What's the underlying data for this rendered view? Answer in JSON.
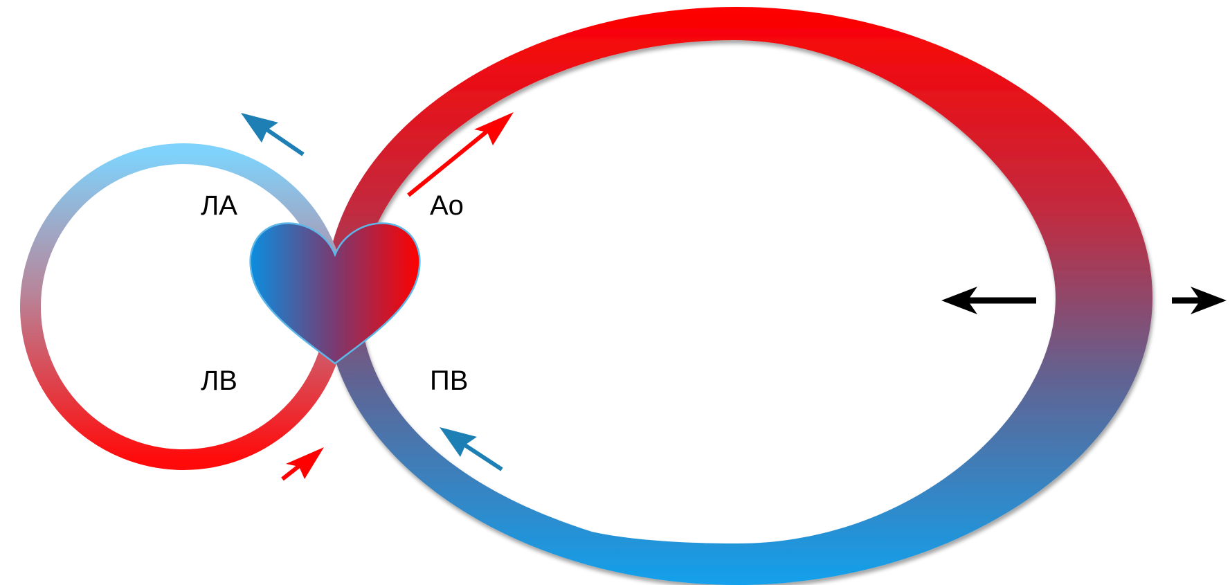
{
  "labels": {
    "left_atrium": "ЛА",
    "left_ventricle": "ЛВ",
    "aorta": "Ао",
    "right_ventricle": "ПВ"
  },
  "colors": {
    "arterial_red": "#ff0000",
    "venous_blue": "#1a9be6",
    "pulmonary_light_blue": "#7fd0f8",
    "arrow_blue": "#1e7fb5",
    "arrow_black": "#000000"
  },
  "icons": [
    "heart-icon",
    "arrow-icon"
  ]
}
